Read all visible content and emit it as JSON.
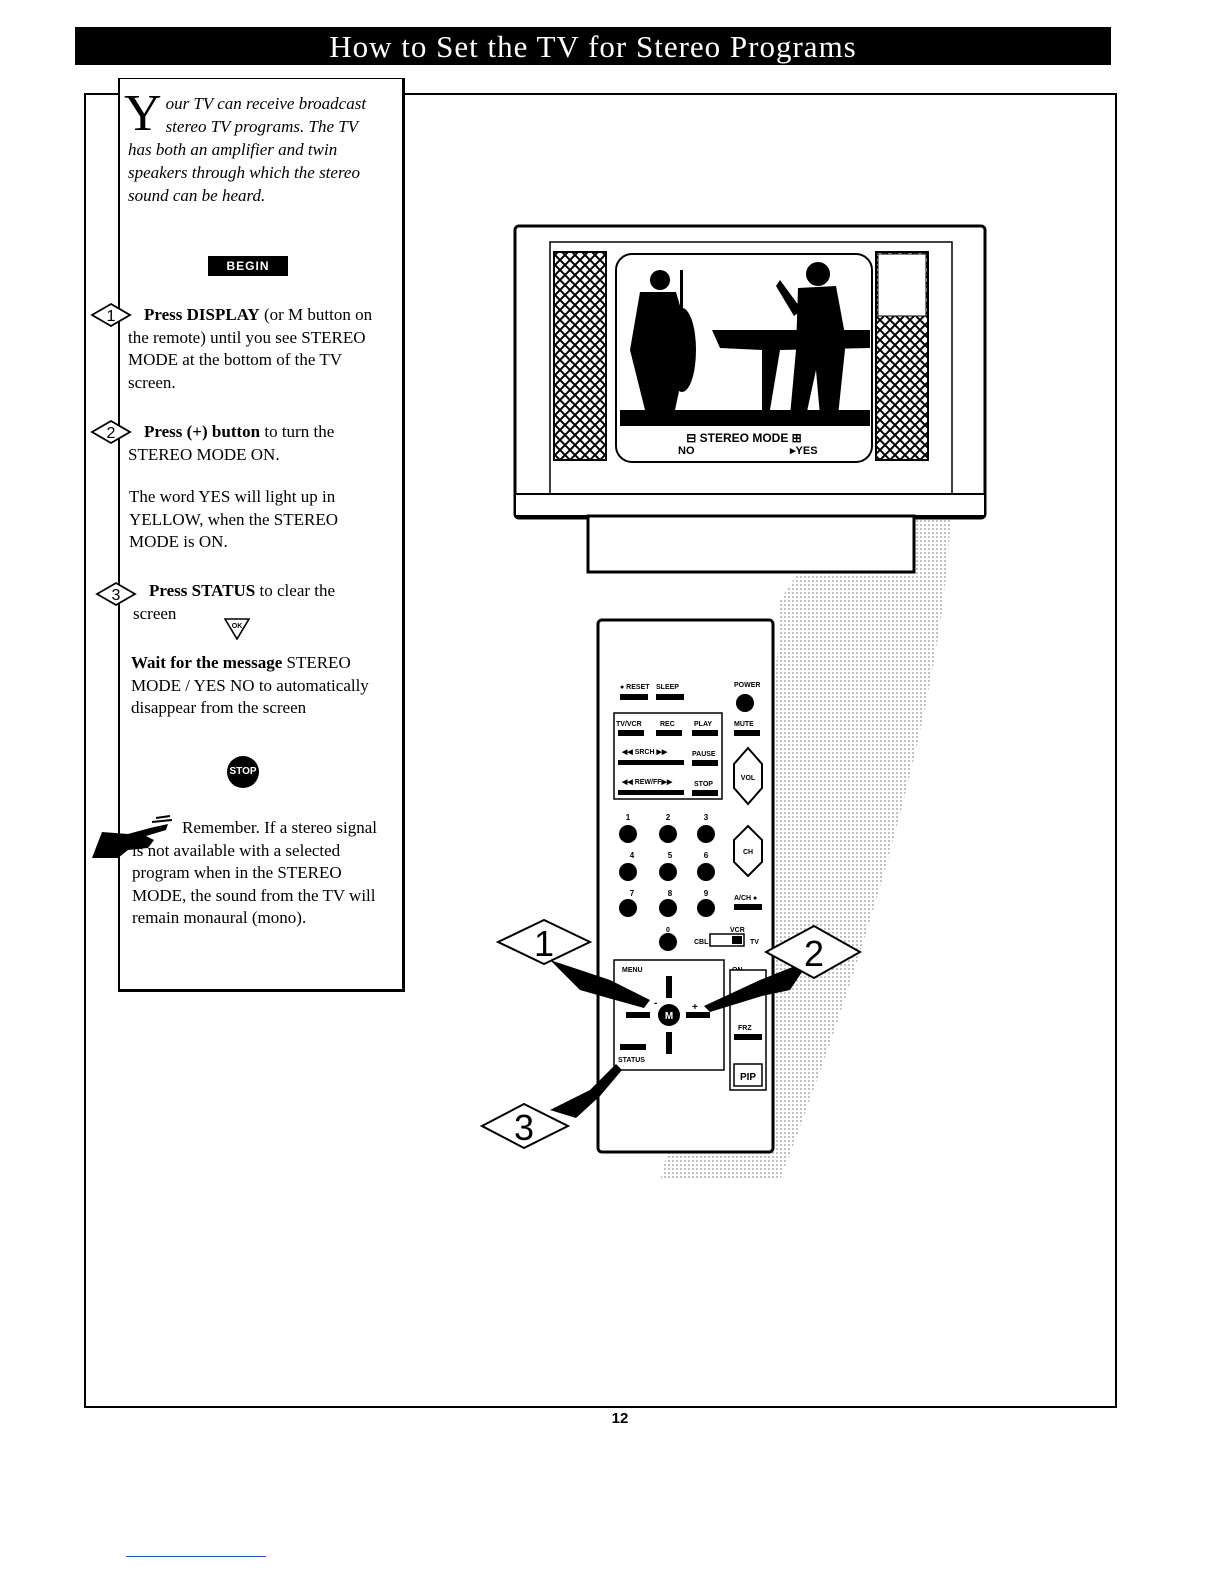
{
  "title": "How to Set the TV for Stereo Programs",
  "intro": {
    "dropcap": "Y",
    "text": "our TV can receive broadcast stereo TV programs. The TV has both an amplifier and twin speakers through which the stereo sound can be heard."
  },
  "begin_label": "BEGIN",
  "steps": [
    {
      "num": "1",
      "bold": "Press DISPLAY",
      "rest": " (or M button on the remote) until you see STEREO MODE at the bottom of the TV screen."
    },
    {
      "num": "2",
      "bold": "Press (+) button",
      "rest": " to turn the STEREO MODE ON."
    },
    {
      "num": "3",
      "bold": "Press STATUS",
      "rest": " to clear the screen"
    }
  ],
  "yes_note": "The word YES will light up in YELLOW, when the STEREO MODE is ON.",
  "ok_label": "OK",
  "wait_bold": "Wait for the message",
  "wait_rest": " STEREO MODE / YES NO to automatically disappear from the screen",
  "stop_label": "STOP",
  "remember": "Remember. If a stereo signal is not available with a selected program when in the STEREO MODE, the sound from the TV will remain monaural (mono).",
  "tv_screen": {
    "line1": "⊟ STEREO MODE ⊞",
    "no": "NO",
    "yes": "▸YES"
  },
  "remote": {
    "reset": "● RESET",
    "sleep": "SLEEP",
    "power": "POWER",
    "tvvcr": "TV/VCR",
    "rec": "REC",
    "play": "PLAY",
    "mute": "MUTE",
    "srch": "◀◀ SRCH ▶▶",
    "pause": "PAUSE",
    "rewff": "◀◀ REW/FF▶▶",
    "stop": "STOP",
    "vol": "VOL",
    "ch": "CH",
    "digits": [
      "1",
      "2",
      "3",
      "4",
      "5",
      "6",
      "7",
      "8",
      "9",
      "0"
    ],
    "ach": "A/CH ●",
    "vcr": "VCR",
    "cbl": "CBL",
    "tv": "TV",
    "menu": "MENU",
    "on": "ON",
    "m": "M",
    "minus": "-",
    "plus": "+",
    "frz": "FRZ",
    "status": "STATUS",
    "pip": "PIP"
  },
  "callouts": [
    "1",
    "2",
    "3"
  ],
  "page_number": "12"
}
